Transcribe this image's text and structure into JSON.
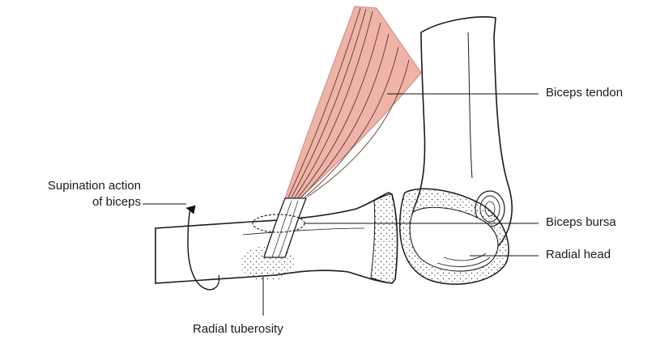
{
  "labels": {
    "biceps_tendon": "Biceps tendon",
    "supination_line1": "Supination action",
    "supination_line2": "of biceps",
    "biceps_bursa": "Biceps bursa",
    "radial_head": "Radial head",
    "radial_tuberosity": "Radial tuberosity"
  },
  "colors": {
    "muscle_fill": "#f0b3a8",
    "outline": "#1a1a1a",
    "background": "#ffffff"
  }
}
